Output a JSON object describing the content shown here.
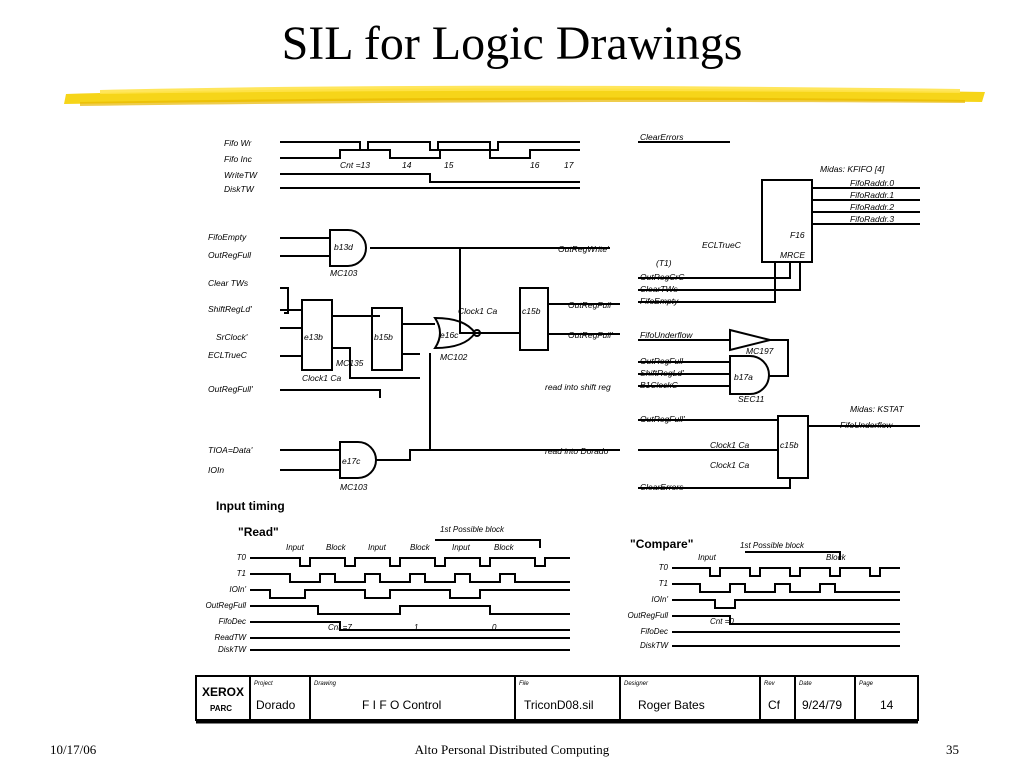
{
  "slide": {
    "title": "SIL for Logic Drawings",
    "highlight_color": "#f5d000",
    "footer_date": "10/17/06",
    "footer_center": "Alto Personal Distributed Computing",
    "footer_page": "35"
  },
  "drawing": {
    "top_signals": [
      "Fifo Wr",
      "Fifo Inc",
      "WriteTW",
      "DiskTW"
    ],
    "top_counts": [
      "Cnt =13",
      "14",
      "15",
      "16",
      "17"
    ],
    "mid_signals": [
      "FifoEmpty",
      "OutRegFull",
      "Clear TWs",
      "ShiftRegLd'",
      "SrClock'",
      "ECLTrueC",
      "OutRegFull'",
      "TIOA=Data'",
      "IOIn"
    ],
    "outputs": [
      "OutRegWrite'",
      "OutRegFull",
      "OutRegFull'",
      "read into shift reg",
      "read into Dorado"
    ],
    "chips": [
      "b13d",
      "MC103",
      "e13b",
      "MC135",
      "b15b",
      "e16c",
      "MC102",
      "c15b",
      "e17c",
      "MC103"
    ],
    "clocks": [
      "Clock1 Ca",
      "Clock1 Ca",
      "Clock1 Ca"
    ],
    "right_signals": [
      "ClearErrors",
      "Midas: KFIFO [4]",
      "FifoRaddr.0",
      "FifoRaddr.1",
      "FifoRaddr.2",
      "FifoRaddr.3",
      "F16",
      "MRCE",
      "ECLTrueC",
      "(T1)",
      "OutRegCrC",
      "ClearTWs",
      "FifoEmpty",
      "FifoUnderflow",
      "MC197",
      "OutRegFull",
      "ShiftRegLd'",
      "B1ClockC",
      "b17a",
      "SEC11",
      "Midas: KSTAT",
      "OutRegFull'",
      "FifoUnderflow",
      "c15b",
      "Clock1 Ca",
      "ClearErrors"
    ],
    "timing_title": "Input timing",
    "read_title": "\"Read\"",
    "read_possible": "1st Possible block",
    "read_markers": [
      "Input",
      "Block",
      "Input",
      "Block",
      "Input",
      "Block"
    ],
    "read_signals": [
      "T0",
      "T1",
      "IOIn'",
      "OutRegFull",
      "FifoDec",
      "ReadTW",
      "DiskTW"
    ],
    "read_cnt": [
      "Cnt =7",
      "1",
      "0"
    ],
    "compare_title": "\"Compare\"",
    "compare_possible": "1st Possible block",
    "compare_markers": [
      "Input",
      "Block"
    ],
    "compare_signals": [
      "T0",
      "T1",
      "IOIn'",
      "OutRegFull",
      "FifoDec",
      "DiskTW"
    ],
    "compare_cnt": "Cnt =0"
  },
  "title_block": {
    "company": "XEROX",
    "division": "PARC",
    "headers": [
      "Project",
      "Drawing",
      "File",
      "Designer",
      "Rev",
      "Date",
      "Page"
    ],
    "project": "Dorado",
    "drawing": "F I F O Control",
    "file": "TriconD08.sil",
    "designer": "Roger Bates",
    "rev": "Cf",
    "date": "9/24/79",
    "page": "14"
  }
}
